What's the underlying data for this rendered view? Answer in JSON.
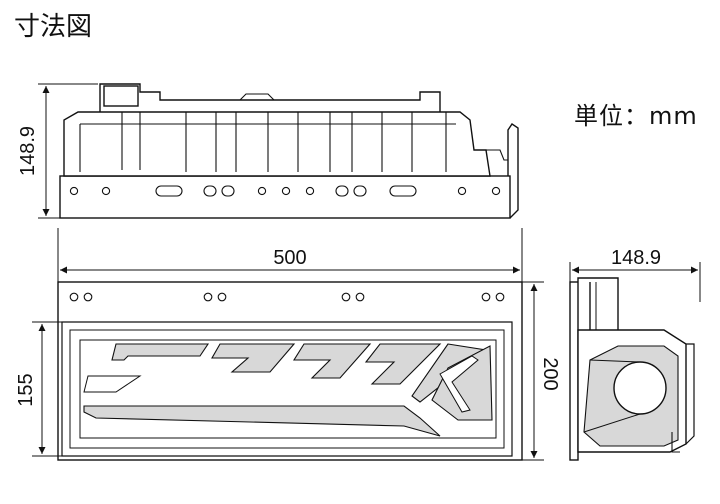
{
  "header": {
    "title": "寸法図"
  },
  "unit_label": "単位：mm",
  "dimensions": {
    "top_height": "148.9",
    "front_width": "500",
    "front_height": "200",
    "lens_height": "155",
    "side_depth": "148.9"
  },
  "colors": {
    "line": "#111111",
    "lens_gray": "#d8d8d8",
    "body": "#ffffff"
  }
}
